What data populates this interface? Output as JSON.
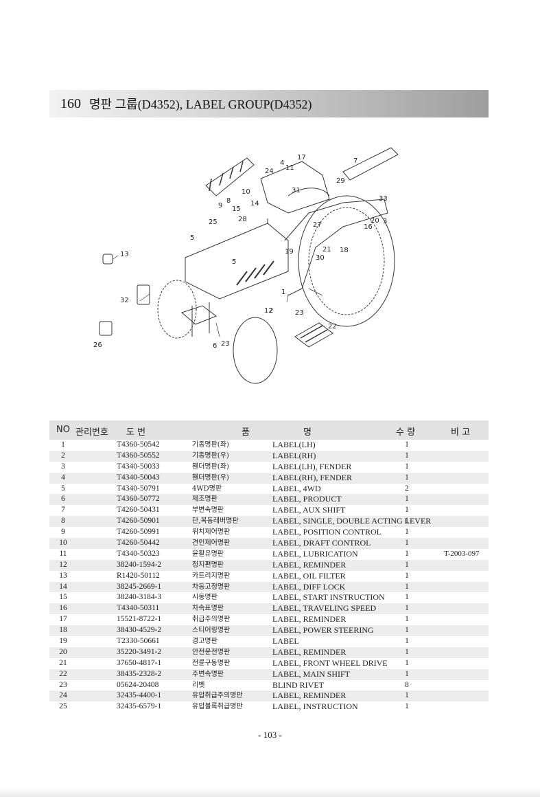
{
  "title": {
    "number": "160",
    "text": "명판 그룹(D4352), LABEL GROUP(D4352)"
  },
  "diagram": {
    "callouts": [
      "1",
      "2",
      "3",
      "4",
      "5",
      "5",
      "6",
      "7",
      "8",
      "9",
      "10",
      "11",
      "12",
      "13",
      "14",
      "15",
      "16",
      "17",
      "18",
      "19",
      "20",
      "21",
      "22",
      "23",
      "23",
      "24",
      "25",
      "26",
      "27",
      "28",
      "29",
      "30",
      "31",
      "32",
      "33"
    ]
  },
  "table": {
    "headers": {
      "no": "NO",
      "mgmt": "관리번호",
      "drawing": "도 번",
      "name_a": "품",
      "name_b": "명",
      "qty": "수 량",
      "remarks": "비 고"
    },
    "rows": [
      {
        "no": "1",
        "part": "T4360-50542",
        "kor": "기종명판(좌)",
        "eng": "LABEL(LH)",
        "qty": "1",
        "rem": ""
      },
      {
        "no": "2",
        "part": "T4360-50552",
        "kor": "기종명판(우)",
        "eng": "LABEL(RH)",
        "qty": "1",
        "rem": ""
      },
      {
        "no": "3",
        "part": "T4340-50033",
        "kor": "휀더명판(좌)",
        "eng": "LABEL(LH), FENDER",
        "qty": "1",
        "rem": ""
      },
      {
        "no": "4",
        "part": "T4340-50043",
        "kor": "휀더명판(우)",
        "eng": "LABEL(RH), FENDER",
        "qty": "1",
        "rem": ""
      },
      {
        "no": "5",
        "part": "T4340-50791",
        "kor": "4WD명판",
        "eng": "LABEL, 4WD",
        "qty": "2",
        "rem": ""
      },
      {
        "no": "6",
        "part": "T4360-50772",
        "kor": "제조명판",
        "eng": "LABEL, PRODUCT",
        "qty": "1",
        "rem": ""
      },
      {
        "no": "7",
        "part": "T4260-50431",
        "kor": "부변속명판",
        "eng": "LABEL, AUX SHIFT",
        "qty": "1",
        "rem": ""
      },
      {
        "no": "8",
        "part": "T4260-50901",
        "kor": "단,복동레버명판",
        "eng": "LABEL, SINGLE, DOUBLE ACTING LEVER",
        "qty": "1",
        "rem": ""
      },
      {
        "no": "9",
        "part": "T4260-50991",
        "kor": "위치제어명판",
        "eng": "LABEL, POSITION CONTROL",
        "qty": "1",
        "rem": ""
      },
      {
        "no": "10",
        "part": "T4260-50442",
        "kor": "견인제어명판",
        "eng": "LABEL, DRAFT CONTROL",
        "qty": "1",
        "rem": ""
      },
      {
        "no": "11",
        "part": "T4340-50323",
        "kor": "윤활유명판",
        "eng": "LABEL, LUBRICATION",
        "qty": "1",
        "rem": "T-2003-097"
      },
      {
        "no": "12",
        "part": "38240-1594-2",
        "kor": "정지편명판",
        "eng": "LABEL, REMINDER",
        "qty": "1",
        "rem": ""
      },
      {
        "no": "13",
        "part": "R1420-50112",
        "kor": "카트리지명판",
        "eng": "LABEL, OIL FILTER",
        "qty": "1",
        "rem": ""
      },
      {
        "no": "14",
        "part": "38245-2669-1",
        "kor": "차동고정명판",
        "eng": "LABEL, DIFF LOCK",
        "qty": "1",
        "rem": ""
      },
      {
        "no": "15",
        "part": "38240-3184-3",
        "kor": "시동명판",
        "eng": "LABEL, START INSTRUCTION",
        "qty": "1",
        "rem": ""
      },
      {
        "no": "16",
        "part": "T4340-50311",
        "kor": "차속표명판",
        "eng": "LABEL, TRAVELING SPEED",
        "qty": "1",
        "rem": ""
      },
      {
        "no": "17",
        "part": "15521-8722-1",
        "kor": "취급주의명판",
        "eng": "LABEL, REMINDER",
        "qty": "1",
        "rem": ""
      },
      {
        "no": "18",
        "part": "38430-4529-2",
        "kor": "스티어링명판",
        "eng": "LABEL, POWER STEERING",
        "qty": "1",
        "rem": ""
      },
      {
        "no": "19",
        "part": "T2330-50661",
        "kor": "경고명판",
        "eng": "LABEL",
        "qty": "1",
        "rem": ""
      },
      {
        "no": "20",
        "part": "35220-3491-2",
        "kor": "안전운전명판",
        "eng": "LABEL, REMINDER",
        "qty": "1",
        "rem": ""
      },
      {
        "no": "21",
        "part": "37650-4817-1",
        "kor": "전륜구동명판",
        "eng": "LABEL, FRONT WHEEL DRIVE",
        "qty": "1",
        "rem": ""
      },
      {
        "no": "22",
        "part": "38435-2328-2",
        "kor": "주변속명판",
        "eng": "LABEL, MAIN SHIFT",
        "qty": "1",
        "rem": ""
      },
      {
        "no": "23",
        "part": "05624-20408",
        "kor": "리벳",
        "eng": "BLIND RIVET",
        "qty": "8",
        "rem": ""
      },
      {
        "no": "24",
        "part": "32435-4400-1",
        "kor": "유압취급주의명판",
        "eng": "LABEL, REMINDER",
        "qty": "1",
        "rem": ""
      },
      {
        "no": "25",
        "part": "32435-6579-1",
        "kor": "유압블록취급명판",
        "eng": "LABEL, INSTRUCTION",
        "qty": "1",
        "rem": ""
      }
    ]
  },
  "page_number": "- 103 -"
}
